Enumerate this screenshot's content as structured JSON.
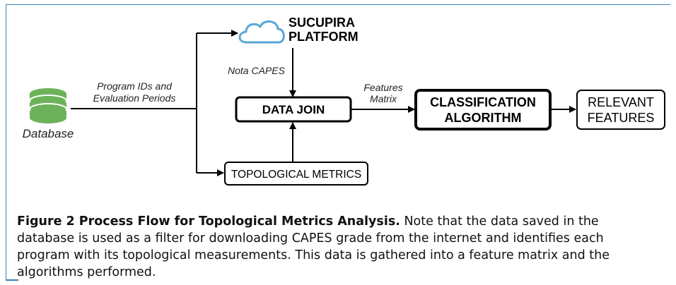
{
  "nodes": {
    "database": "Database",
    "sucupira_line1": "SUCUPIRA",
    "sucupira_line2": "PLATFORM",
    "data_join": "DATA JOIN",
    "topological_metrics": "TOPOLOGICAL METRICS",
    "classification_line1": "CLASSIFICATION",
    "classification_line2": "ALGORITHM",
    "relevant_line1": "RELEVANT",
    "relevant_line2": "FEATURES"
  },
  "edges": {
    "program_ids_line1": "Program IDs and",
    "program_ids_line2": "Evaluation Periods",
    "nota_capes": "Nota CAPES",
    "features_line1": "Features",
    "features_line2": "Matrix"
  },
  "caption": {
    "title": "Figure 2 Process Flow for Topological Metrics Analysis.",
    "text": " Note that the data saved in the database is used as a filter for downloading CAPES grade from the internet and identifies each program with its topological measurements. This data is gathered into a feature matrix and the algorithms performed."
  },
  "colors": {
    "database_green": "#6db25a",
    "cloud_blue": "#5aa6d6",
    "frame_blue": "#3a7fb0"
  }
}
